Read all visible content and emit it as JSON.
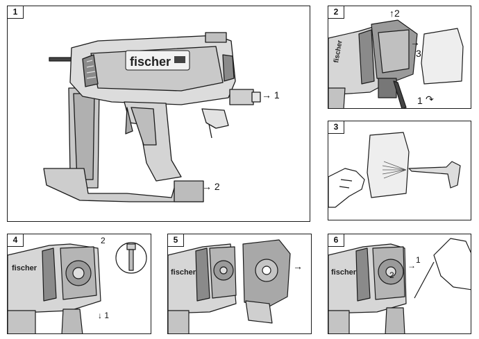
{
  "brand": "fischer",
  "colors": {
    "line": "#1a1a1a",
    "body": "#d9d9d9",
    "dark": "#8a8a8a",
    "shade": "#b8b8b8"
  },
  "panels": [
    {
      "step": "1",
      "callouts": [
        "→ 1",
        "→ 2"
      ]
    },
    {
      "step": "2",
      "callouts": [
        "↑2",
        "→",
        "3",
        "1",
        "↷"
      ]
    },
    {
      "step": "3",
      "callouts": []
    },
    {
      "step": "4",
      "callouts": [
        "2",
        "↓ 1"
      ]
    },
    {
      "step": "5",
      "callouts": [
        "→"
      ]
    },
    {
      "step": "6",
      "callouts": [
        "1",
        "2",
        "→"
      ]
    }
  ]
}
